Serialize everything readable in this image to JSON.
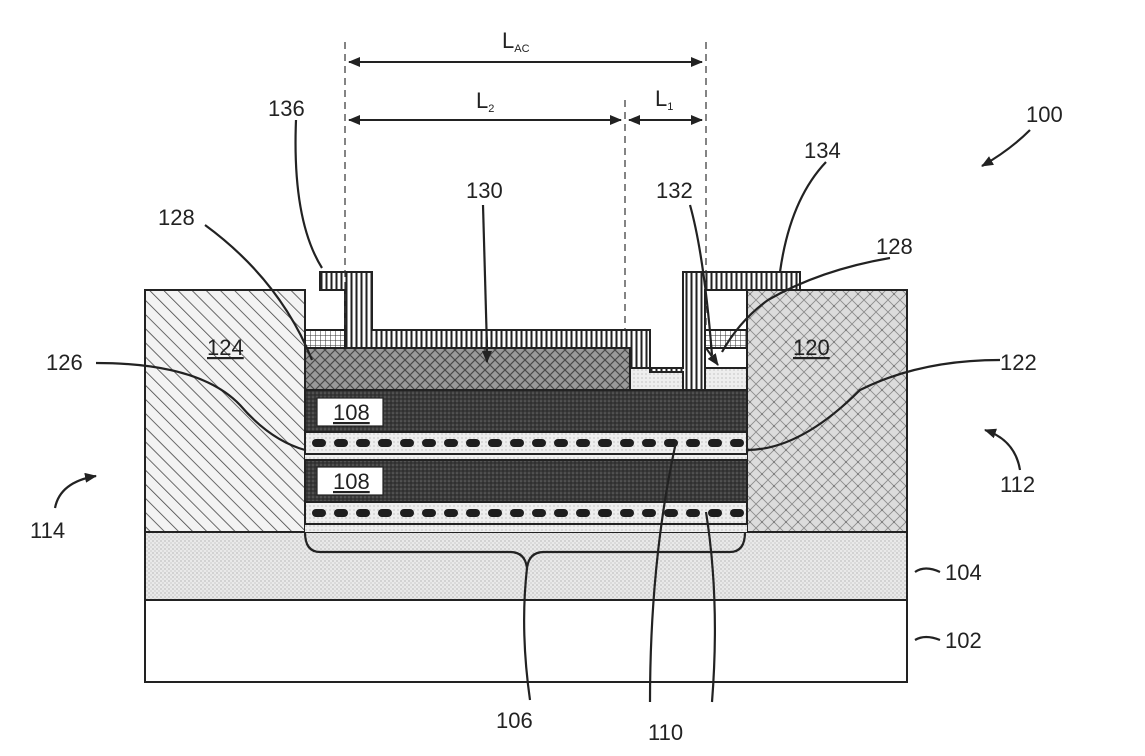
{
  "figure": {
    "ref_main": "100",
    "dims": {
      "lac": {
        "main": "L",
        "sub": "AC"
      },
      "l2": {
        "main": "L",
        "sub": "2"
      },
      "l1": {
        "main": "L",
        "sub": "1"
      }
    },
    "layers": {
      "substrate": "102",
      "buffer": "104",
      "stack": "106",
      "channel_layer": "108",
      "channel_layer_2": "108",
      "gas_layer": "110",
      "drain_region": "112",
      "source_region": "114",
      "drain_contact": "120",
      "drain_interface": "122",
      "source_contact": "124",
      "source_interface": "126",
      "spacer_left": "128",
      "spacer_right": "128",
      "gate": "130",
      "recess": "132",
      "field_plate": "134",
      "dielectric": "136"
    }
  }
}
